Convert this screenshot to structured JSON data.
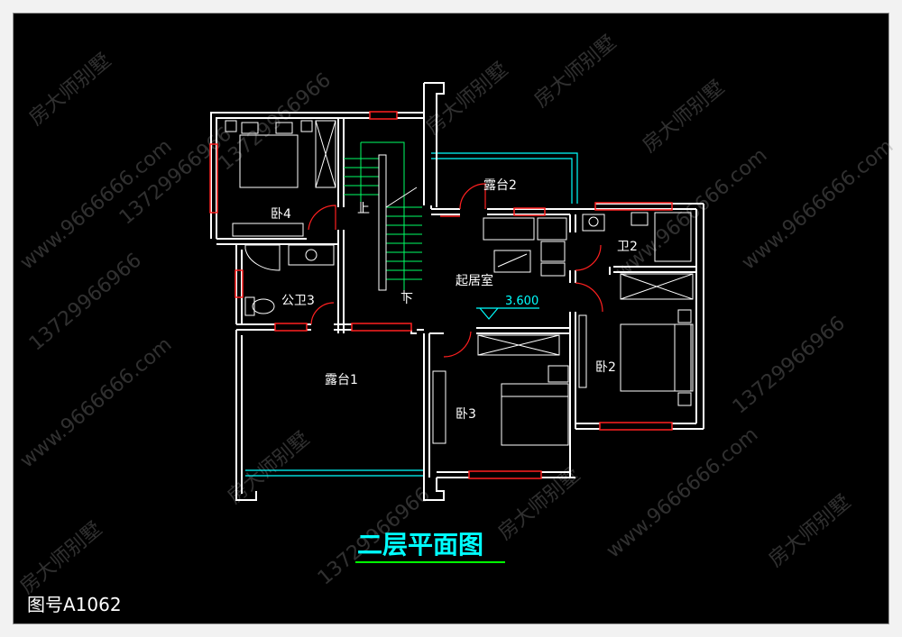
{
  "title": "二层平面图",
  "drawing_number": "图号A1062",
  "elevation": "3.600",
  "rooms": {
    "bed4": "卧4",
    "public_bath3": "公卫3",
    "terrace1": "露台1",
    "terrace2": "露台2",
    "living": "起居室",
    "bath2": "卫2",
    "bed2": "卧2",
    "bed3": "卧3"
  },
  "stairs": {
    "up": "上",
    "down": "下"
  },
  "watermarks": {
    "brand": "房大师别墅",
    "phone": "13729966966",
    "site": "www.9666666.com"
  },
  "colors": {
    "background": "#000000",
    "wall": "#ffffff",
    "window": "#ff2020",
    "annotation": "#00ffff",
    "stair": "#00ff66",
    "title_underline": "#00ff00"
  }
}
